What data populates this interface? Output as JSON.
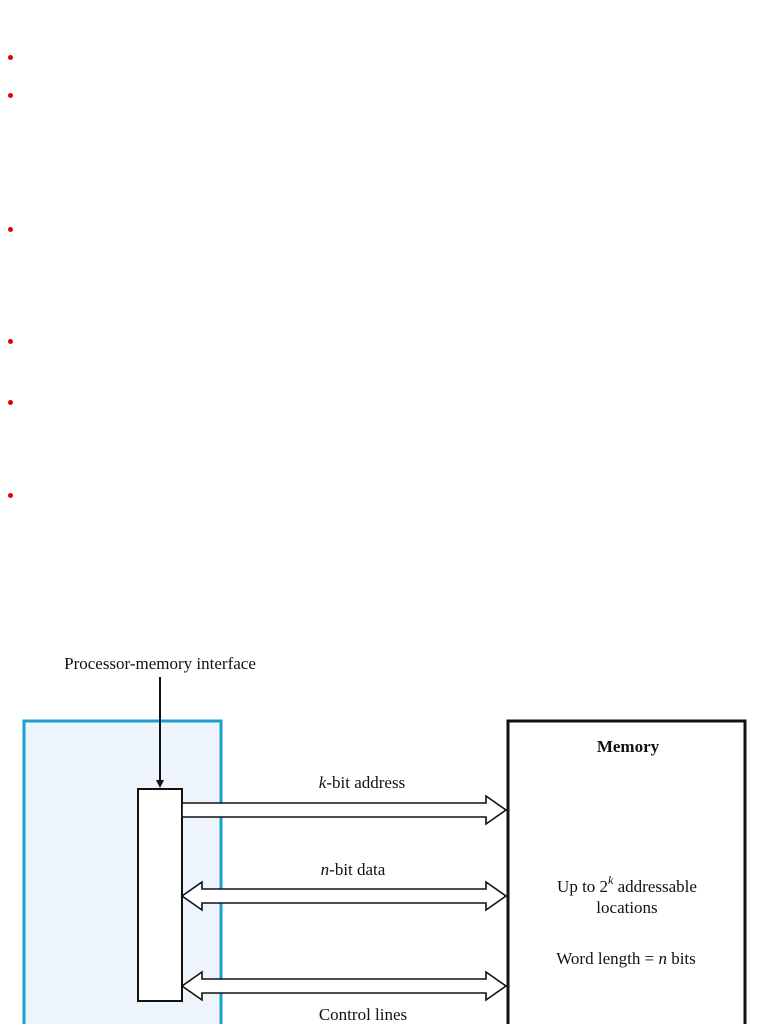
{
  "bullets": [
    {
      "text": ""
    },
    {
      "text": ""
    },
    {
      "text": ""
    },
    {
      "text": ""
    },
    {
      "text": ""
    },
    {
      "text": ""
    }
  ],
  "diagram": {
    "interface_label": "Processor-memory interface",
    "processor_fill": "#eef4fc",
    "processor_stroke": "#1a9fd1",
    "buses": {
      "address": {
        "var": "k",
        "rest": "-bit address"
      },
      "data": {
        "var": "n",
        "rest": "-bit data"
      },
      "control": {
        "label": "Control lines"
      }
    },
    "memory": {
      "title": "Memory",
      "capacity_prefix": "Up to 2",
      "capacity_exponent": "k",
      "capacity_suffix": " addressable",
      "capacity_line2": "locations",
      "word_prefix": "Word length = ",
      "word_var": "n",
      "word_suffix": " bits"
    }
  }
}
